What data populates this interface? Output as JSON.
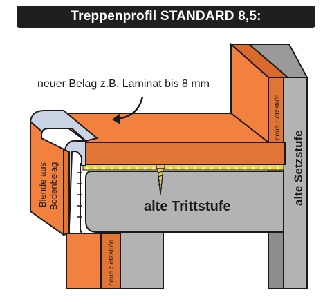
{
  "title": "Treppenprofil STANDARD 8,5:",
  "labels": {
    "new_covering": "neuer Belag z.B. Laminat bis 8 mm",
    "cover_line1": "Blende aus",
    "cover_line2": "Bodenbelag",
    "old_tread": "alte Trittstufe",
    "old_riser": "alte Setzstufe",
    "new_riser_upper": "neue Setzstufe",
    "new_riser_lower": "neue Setzstufe"
  },
  "colors": {
    "covering": "#f2803f",
    "covering_dark": "#c85f22",
    "old_material": "#b3b3b3",
    "old_material_dark": "#8c8c8c",
    "profile": "#c9d3e3",
    "adhesive": "#f2d23a",
    "outline": "#1a1a1a"
  }
}
